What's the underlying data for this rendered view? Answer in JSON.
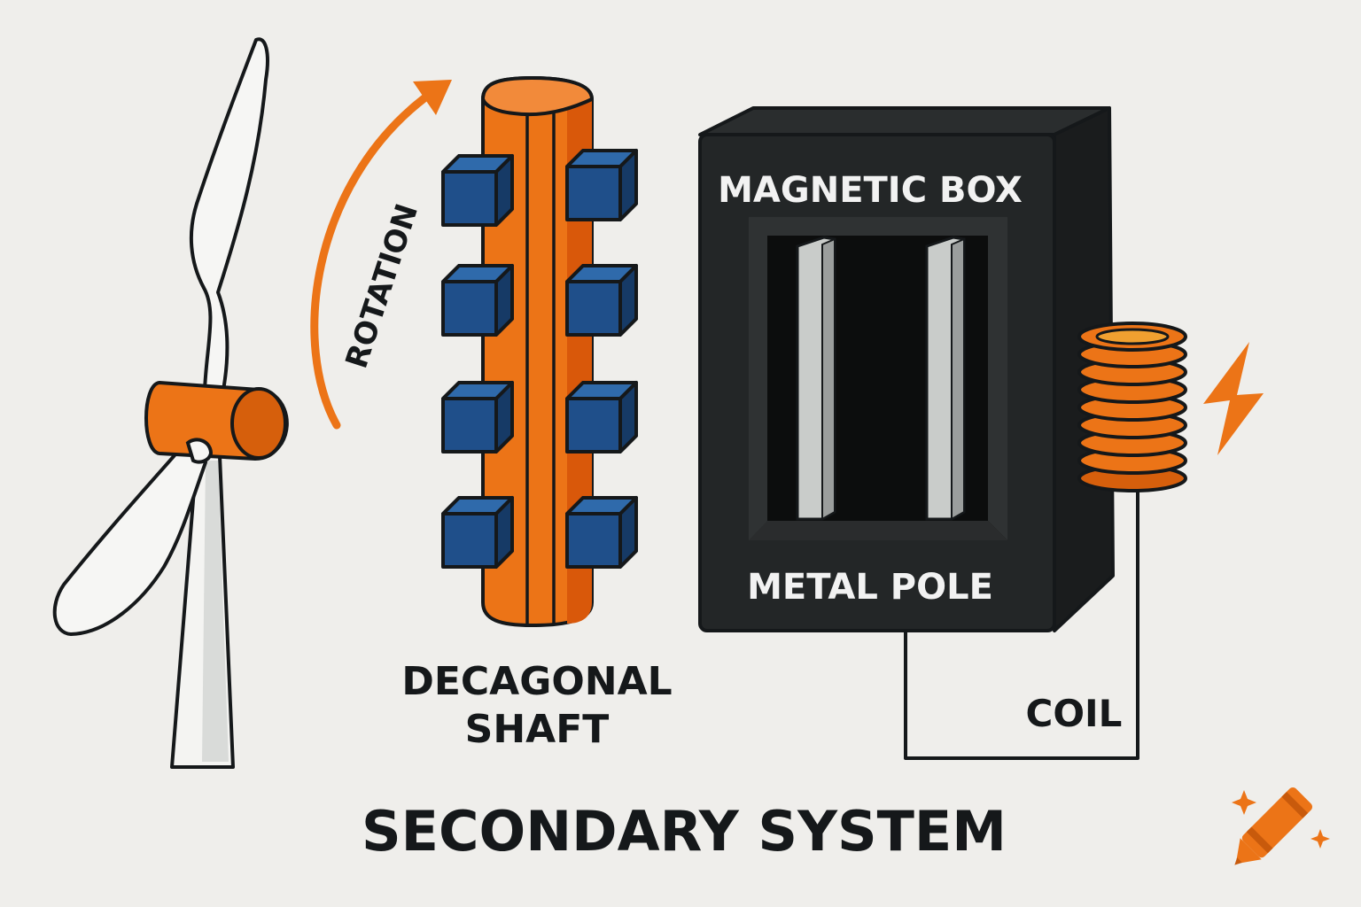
{
  "title": "SECONDARY SYSTEM",
  "labels": {
    "rotation": "ROTATION",
    "shaft_line1": "DECAGONAL",
    "shaft_line2": "SHAFT",
    "magnetic_box": "MAGNETIC BOX",
    "metal_pole": "METAL POLE",
    "coil": "COIL"
  },
  "colors": {
    "background": "#efeeeb",
    "accent_orange": "#ec7417",
    "magnet_blue": "#1f4f8a",
    "box_black": "#1f2223",
    "outline": "#15181a",
    "pole_gray": "#c9ccca"
  },
  "icons": {
    "turbine": "wind-turbine-icon",
    "arrow": "rotation-arrow-icon",
    "lightning": "lightning-bolt-icon",
    "crayon": "crayon-logo-icon"
  }
}
